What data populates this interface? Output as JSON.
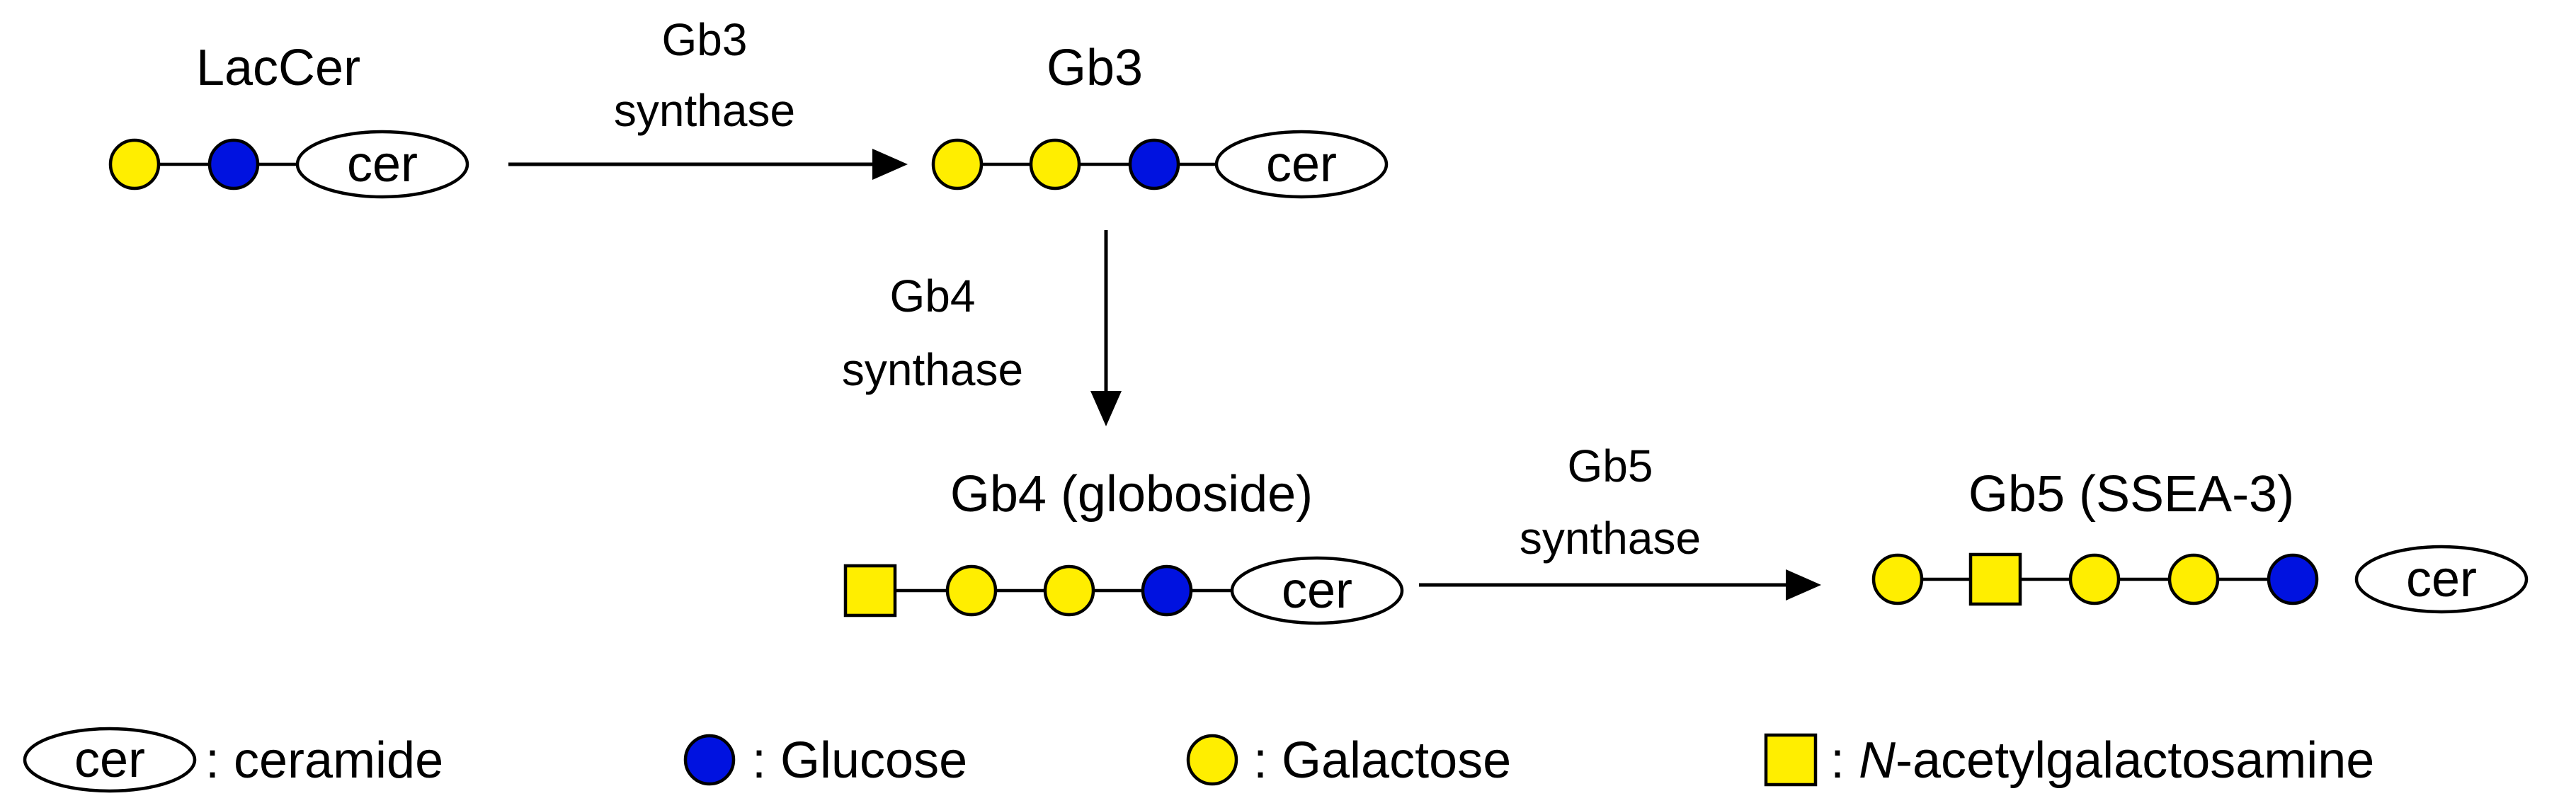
{
  "colors": {
    "glucose": "#0012e0",
    "galactose": "#ffee00",
    "galnac": "#ffee00",
    "ceramide": "#ffffff",
    "line": "#000000"
  },
  "compounds": {
    "laccer": {
      "name": "LacCer",
      "chain": [
        "galactose",
        "glucose",
        "ceramide"
      ]
    },
    "gb3": {
      "name": "Gb3",
      "chain": [
        "galactose",
        "galactose",
        "glucose",
        "ceramide"
      ]
    },
    "gb4": {
      "name": "Gb4 (globoside)",
      "chain": [
        "galnac",
        "galactose",
        "galactose",
        "glucose",
        "ceramide"
      ]
    },
    "gb5": {
      "name": "Gb5 (SSEA-3)",
      "chain": [
        "galactose",
        "galnac",
        "galactose",
        "galactose",
        "glucose",
        "ceramide"
      ]
    }
  },
  "ceramide_label": "cer",
  "enzymes": {
    "gb3": {
      "line1": "Gb3",
      "line2": "synthase"
    },
    "gb4": {
      "line1": "Gb4",
      "line2": "synthase"
    },
    "gb5": {
      "line1": "Gb5",
      "line2": "synthase"
    }
  },
  "legend": {
    "ceramide": ": ceramide",
    "glucose": ": Glucose",
    "galactose": ": Galactose",
    "galnac_prefix": ": ",
    "galnac_italic": "N",
    "galnac_rest": "-acetylgalactosamine"
  }
}
